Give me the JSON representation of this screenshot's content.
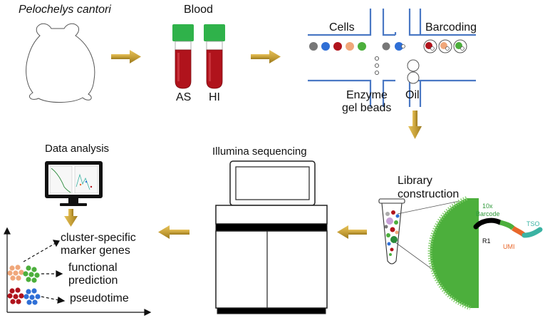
{
  "species": "Pelochelys cantori",
  "blood": {
    "title": "Blood",
    "tube_left": "AS",
    "tube_right": "HI"
  },
  "microfluidics": {
    "cells": "Cells",
    "barcoding": "Barcoding",
    "enzyme_line1": "Enzyme",
    "enzyme_line2": "gel beads",
    "oil": "Oil"
  },
  "library": {
    "line1": "Library",
    "line2": "construction",
    "barcode_line1": "10x",
    "barcode_line2": "Barcode",
    "r1": "R1",
    "umi": "UMI",
    "tso": "TSO"
  },
  "sequencing": {
    "title": "Illumina sequencing"
  },
  "analysis": {
    "title": "Data analysis",
    "out1_line1": "cluster-specific",
    "out1_line2": "marker genes",
    "out2_line1": "functional",
    "out2_line2": "prediction",
    "out3": "pseudotime"
  },
  "colors": {
    "arrow_gold": "#c9a23a",
    "tube_cap": "#2fb24a",
    "blood_red": "#b0131c",
    "channel_blue": "#4a78c4",
    "bead_green": "#4caf3c",
    "umi_orange": "#e8672a",
    "tso_teal": "#3bb3a3",
    "cell_peach": "#f0a77a",
    "cell_blue": "#2f6fd6"
  },
  "icons": [
    "turtle-outline-icon",
    "blood-tube-icon",
    "microfluidic-chip-icon",
    "monitor-icon",
    "sequencer-icon",
    "library-tube-icon",
    "gel-bead-icon"
  ]
}
